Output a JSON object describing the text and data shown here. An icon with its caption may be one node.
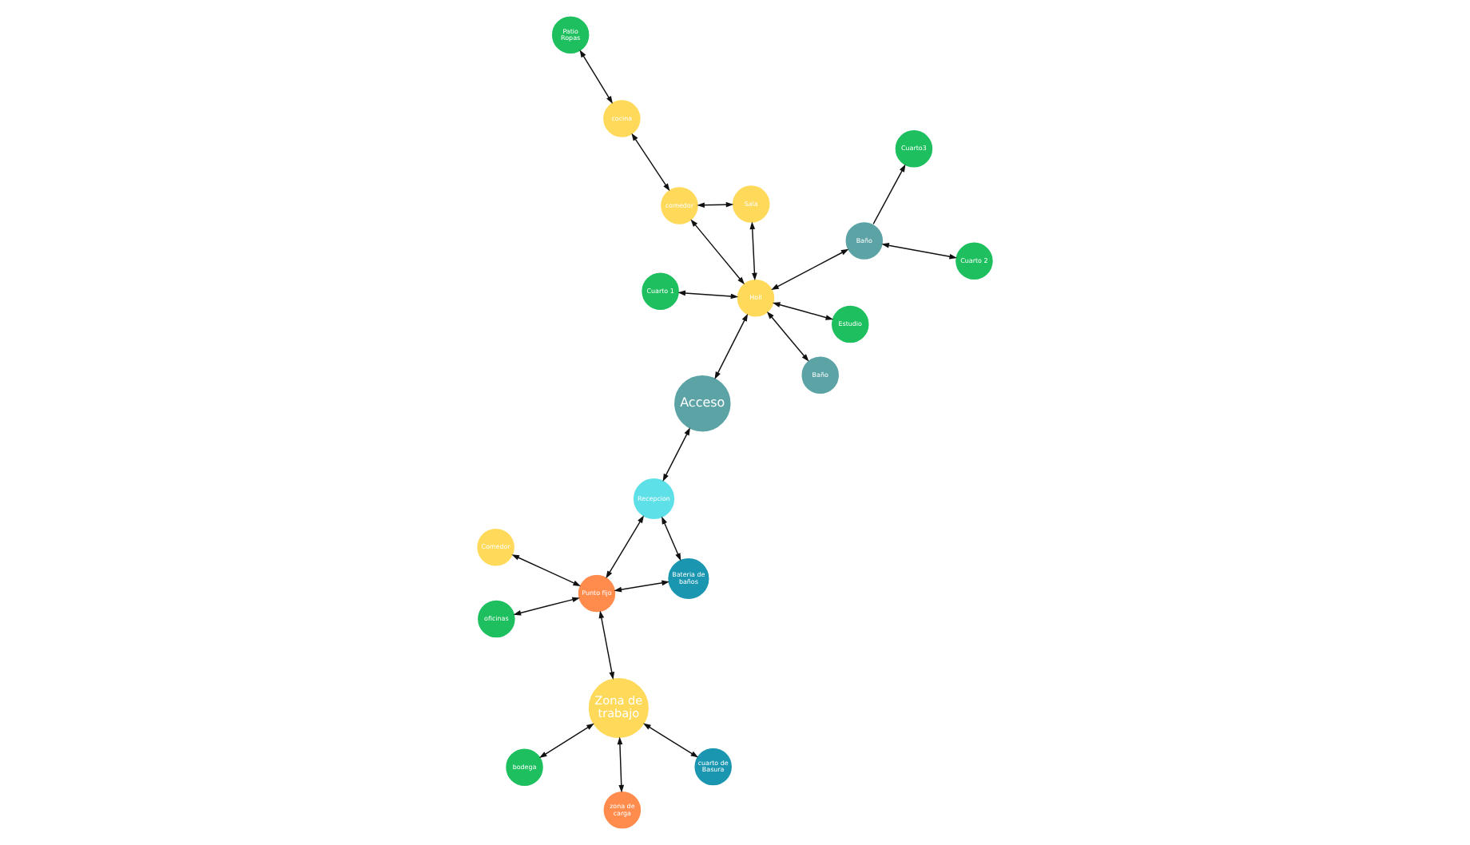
{
  "diagram": {
    "nodes": [
      {
        "text": [
          "zona de carga"
        ]
      },
      {
        "text": [
          "cuarto de Basura"
        ]
      },
      {
        "text": [
          "Zona de trabajo"
        ]
      },
      {
        "text": [
          "bodega"
        ]
      },
      {
        "text": [
          "Comedor"
        ]
      },
      {
        "text": [
          "oficinas"
        ]
      },
      {
        "text": [
          "Punto fijo"
        ]
      },
      {
        "text": [
          "Acceso"
        ]
      },
      {
        "text": [
          "Bateria de baños"
        ]
      },
      {
        "text": [
          "Recepcion"
        ]
      },
      {
        "text": [
          "cocina"
        ]
      },
      {
        "text": [
          "Patio Ropas"
        ]
      },
      {
        "text": [
          "comedor"
        ]
      },
      {
        "text": [
          "Sala"
        ]
      },
      {
        "text": [
          "Holl"
        ]
      },
      {
        "text": [
          "Baño"
        ]
      },
      {
        "text": [
          "Estudio"
        ]
      },
      {
        "text": [
          "Cuarto 2"
        ]
      },
      {
        "text": [
          "Cuarto 1"
        ]
      },
      {
        "text": [
          "Baño"
        ]
      },
      {
        "text": [
          "Cuarto3"
        ]
      }
    ],
    "edges": [
      {
        "from": 0,
        "to": 2,
        "arrow": "both"
      },
      {
        "from": 1,
        "to": 2,
        "arrow": "both"
      },
      {
        "from": 3,
        "to": 2,
        "arrow": "both"
      },
      {
        "from": 2,
        "to": 6,
        "arrow": "both"
      },
      {
        "from": 5,
        "to": 6,
        "arrow": "both"
      },
      {
        "from": 6,
        "to": 4,
        "arrow": "both"
      },
      {
        "from": 8,
        "to": 6,
        "arrow": "both"
      },
      {
        "from": 6,
        "to": 9,
        "arrow": "both"
      },
      {
        "from": 8,
        "to": 9,
        "arrow": "both"
      },
      {
        "from": 9,
        "to": 7,
        "arrow": "both"
      },
      {
        "from": 7,
        "to": 14,
        "arrow": "both"
      },
      {
        "from": 10,
        "to": 11,
        "arrow": "both"
      },
      {
        "from": 10,
        "to": 12,
        "arrow": "both"
      },
      {
        "from": 12,
        "to": 13,
        "arrow": "both"
      },
      {
        "from": 12,
        "to": 14,
        "arrow": "both"
      },
      {
        "from": 13,
        "to": 14,
        "arrow": "both"
      },
      {
        "from": 14,
        "to": 15,
        "arrow": "both"
      },
      {
        "from": 14,
        "to": 16,
        "arrow": "both"
      },
      {
        "from": 14,
        "to": 18,
        "arrow": "both"
      },
      {
        "from": 14,
        "to": 19,
        "arrow": "both"
      },
      {
        "from": 19,
        "to": 17,
        "arrow": "both"
      },
      {
        "from": 19,
        "to": 20,
        "arrow": "to"
      }
    ]
  }
}
